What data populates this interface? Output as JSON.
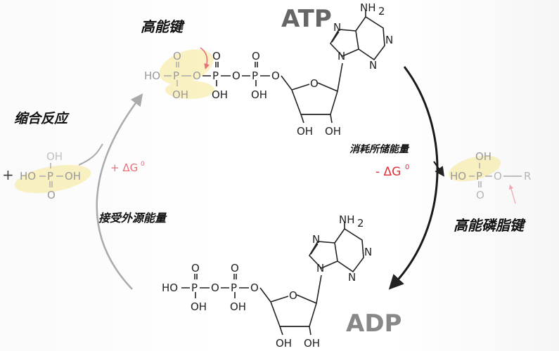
{
  "titles": {
    "atp": "ATP",
    "adp": "ADP"
  },
  "labels": {
    "high_energy_bond": "高能键",
    "condensation": "缩合反应",
    "accept_energy": "接受外源能量",
    "consume_energy": "消耗所储能量",
    "phosphoester_bond": "高能磷脂键",
    "plus_dg": "+ ΔG",
    "minus_dg": "- ΔG",
    "dg_sup": "0",
    "plus": "+"
  },
  "atoms": {
    "ho": "HO",
    "p": "P",
    "o": "O",
    "oh": "OH",
    "nh2": "NH",
    "sub2": "2",
    "n": "N",
    "r": "R",
    "dash": "-"
  },
  "colors": {
    "accent_red": "#e0303a",
    "pink": "#e8707a",
    "highlight": "#f7e27a",
    "grey_arrow": "#a8a8a8"
  }
}
